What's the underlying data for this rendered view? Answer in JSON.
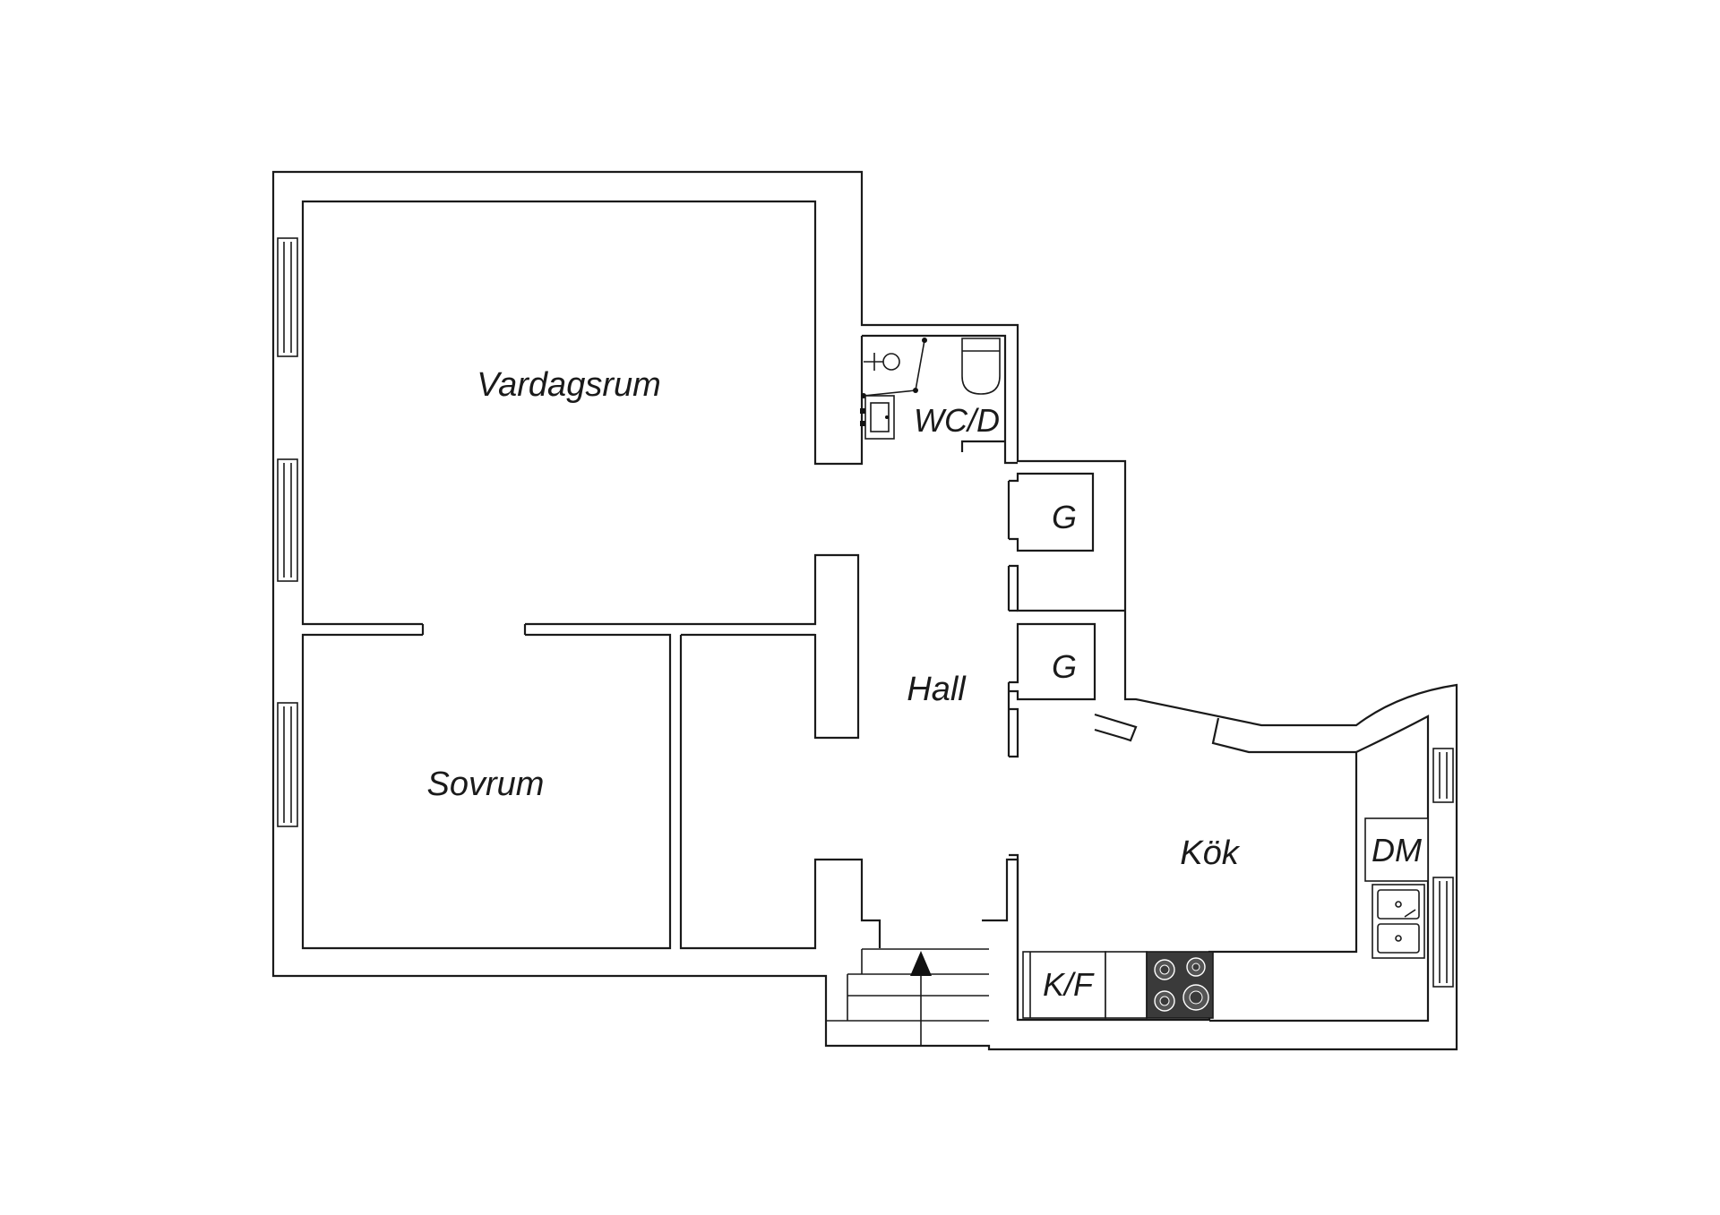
{
  "rooms": {
    "living_room": "Vardagsrum",
    "bedroom": "Sovrum",
    "hall": "Hall",
    "kitchen": "Kök",
    "bathroom": "WC/D",
    "wardrobe_1": "G",
    "wardrobe_2": "G"
  },
  "fixtures": {
    "fridge_freezer": "K/F",
    "dishwasher": "DM"
  },
  "icons": {
    "entrance": "entrance-arrow-icon",
    "stove": "stove-icon",
    "sink": "sink-icon",
    "toilet": "toilet-icon",
    "shower": "shower-icon"
  },
  "colors": {
    "walls": "#1a1a1a",
    "background": "#ffffff",
    "stove": "#3a3a3a"
  }
}
